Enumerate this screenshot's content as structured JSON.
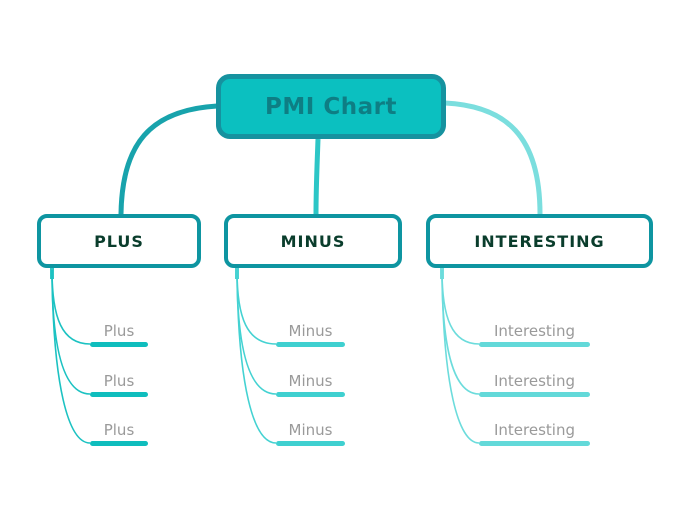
{
  "root": {
    "label": "PMI Chart"
  },
  "branches": [
    {
      "id": "plus",
      "label": "PLUS",
      "accent_color": "#0fbdbd",
      "connector_color": "#18a3ac",
      "children": [
        "Plus",
        "Plus",
        "Plus"
      ]
    },
    {
      "id": "minus",
      "label": "MINUS",
      "accent_color": "#3fd0d0",
      "connector_color": "#2cc6c6",
      "children": [
        "Minus",
        "Minus",
        "Minus"
      ]
    },
    {
      "id": "interesting",
      "label": "INTERESTING",
      "accent_color": "#63d9d9",
      "connector_color": "#7bdede",
      "children": [
        "Interesting",
        "Interesting",
        "Interesting"
      ]
    }
  ],
  "colors": {
    "background": "#ffffff",
    "root_fill": "#0bc0c0",
    "root_border": "#16929f",
    "root_text": "#0e7e84",
    "branch_border": "#0e95a1",
    "branch_text": "#0a3d2c",
    "child_text": "#9a9a9a"
  }
}
